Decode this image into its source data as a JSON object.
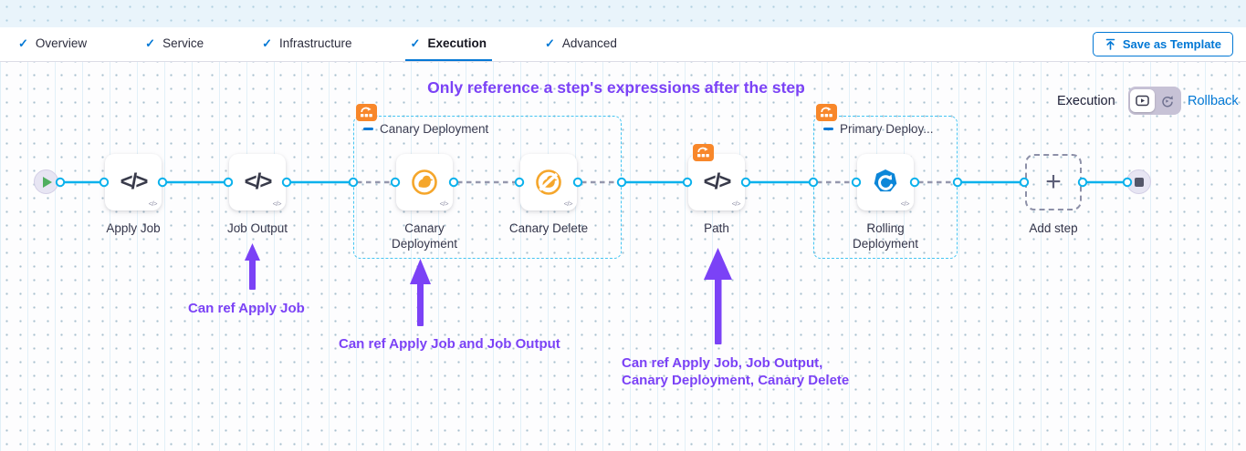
{
  "header": {
    "tabs": [
      {
        "label": "Overview"
      },
      {
        "label": "Service"
      },
      {
        "label": "Infrastructure"
      },
      {
        "label": "Execution"
      },
      {
        "label": "Advanced"
      }
    ],
    "active_tab": "Execution",
    "save_as_template": "Save as Template"
  },
  "canvas": {
    "heading": "Only reference a step's expressions after the step",
    "mode_label": "Execution",
    "rollback_label": "Rollback",
    "groups": [
      {
        "title": "Canary Deployment"
      },
      {
        "title": "Primary Deploy..."
      }
    ],
    "steps": {
      "apply_job": {
        "label": "Apply Job"
      },
      "job_output": {
        "label": "Job Output"
      },
      "canary_deployment": {
        "label": "Canary Deployment"
      },
      "canary_delete": {
        "label": "Canary Delete"
      },
      "path": {
        "label": "Path"
      },
      "rolling_deployment": {
        "label": "Rolling Deployment"
      },
      "add_step": {
        "label": "Add step"
      }
    },
    "annotations": [
      {
        "lines": [
          "Can ref Apply Job"
        ]
      },
      {
        "lines": [
          "Can ref Apply Job and Job Output"
        ]
      },
      {
        "lines": [
          "Can ref Apply Job, Job Output,",
          "Canary Deployment, Canary Delete"
        ]
      }
    ]
  },
  "icons": {
    "check": "✓",
    "code": "</>",
    "code_small": "</>",
    "plus": "+"
  },
  "colors": {
    "accent_blue": "#0278d5",
    "connector_blue": "#0ab1ec",
    "group_border": "#45c5f2",
    "annotation_purple": "#7b42f6",
    "badge_orange": "#f8872a",
    "canary_orange": "#f5a62b",
    "rolling_blue": "#0c86d8"
  }
}
